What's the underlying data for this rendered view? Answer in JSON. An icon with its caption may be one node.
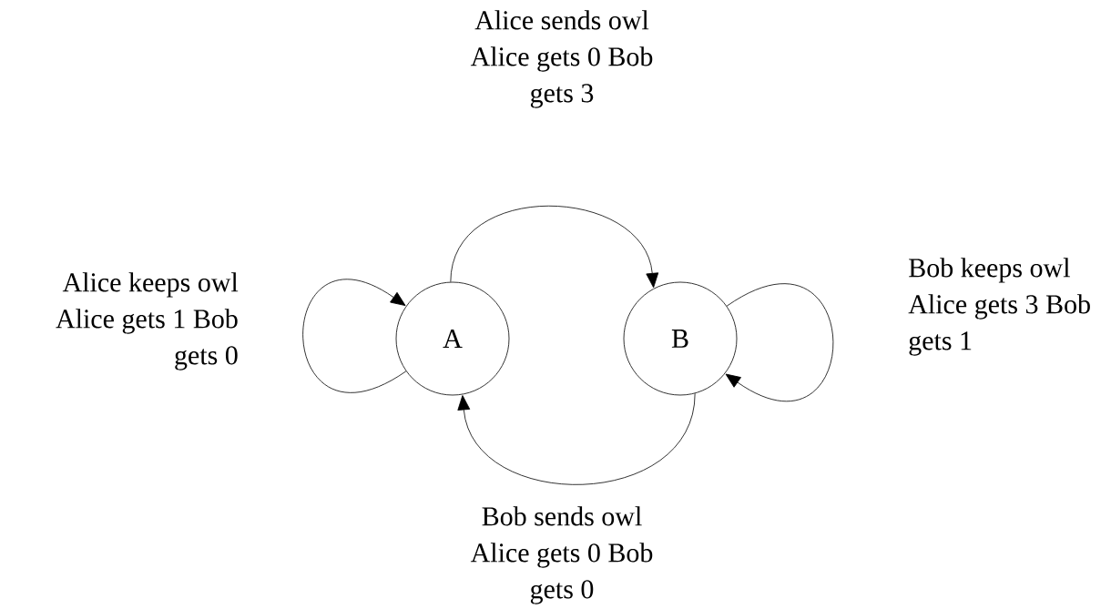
{
  "diagram": {
    "nodes": [
      {
        "text": [
          "A"
        ]
      },
      {
        "text": [
          "B"
        ]
      }
    ],
    "edges": [
      {
        "from": 0,
        "to": 0,
        "arrow": "to",
        "label": "Alice keeps owl Alice gets 1 Bob gets 0"
      },
      {
        "from": 0,
        "to": 1,
        "arrow": "to",
        "label": "Alice sends owl Alice gets 0 Bob gets 3"
      },
      {
        "from": 1,
        "to": 0,
        "arrow": "to",
        "label": "Bob sends owl Alice gets 0 Bob gets 0"
      },
      {
        "from": 1,
        "to": 1,
        "arrow": "to",
        "label": "Bob keeps owl Alice gets 3 Bob gets 1"
      }
    ]
  }
}
